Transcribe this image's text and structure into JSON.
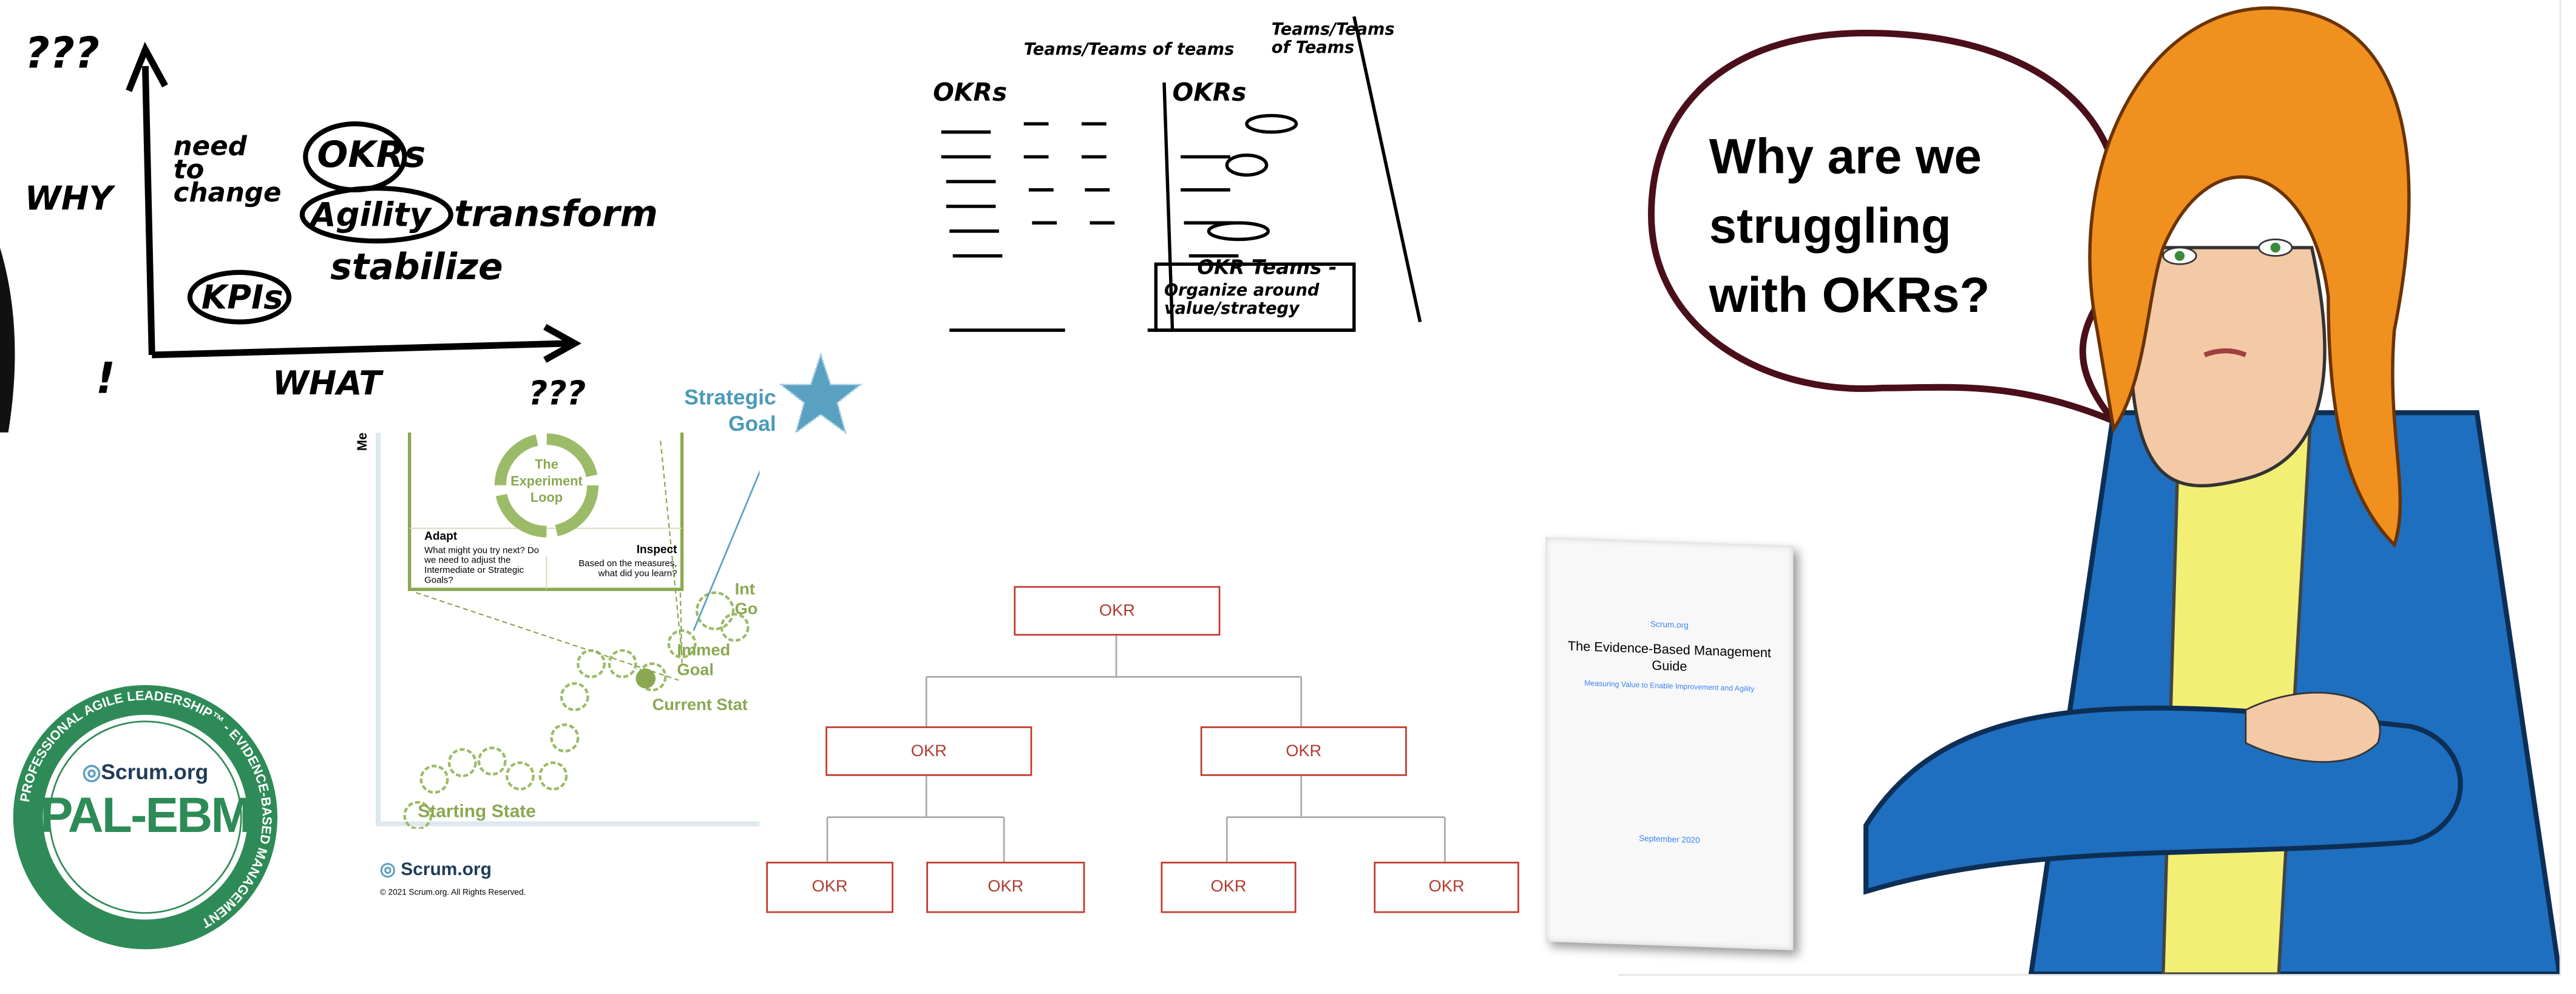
{
  "sketch_why_what": {
    "top_marks": "???",
    "y_label": "WHY",
    "need_to_change": "need to change",
    "okrs": "OKRs",
    "agility": "Agility",
    "transform": "transform",
    "kpis": "KPIs",
    "stabilize": "stabilize",
    "x_label": "WHAT",
    "right_marks": "???",
    "exclamation": "!"
  },
  "sketch_teams": {
    "header_left": "Teams/Teams of teams",
    "header_right": "Teams/Teams of Teams",
    "okrs_left": "OKRs",
    "okrs_right": "OKRs",
    "okr_teams": "OKR Teams -",
    "organize": "Organize around value/strategy"
  },
  "experiment_loop": {
    "axis_fragment": "Me",
    "loop_title": "The Experiment Loop",
    "adapt_title": "Adapt",
    "adapt_text": "What might you try next? Do we need to adjust the Intermediate or Strategic Goals?",
    "inspect_title": "Inspect",
    "inspect_text": "Based on the measures, what did you learn?",
    "strategic_goal": "Strategic Goal",
    "intermediate_goal": "Int Go",
    "immediate_goal": "Immed Goal",
    "current_state": "Current Stat",
    "starting_state": "Starting State",
    "logo": "Scrum.org",
    "copyright": "© 2021 Scrum.org. All Rights Reserved."
  },
  "okr_tree": {
    "root": "OKR",
    "level2": [
      "OKR",
      "OKR"
    ],
    "level3": [
      "OKR",
      "OKR",
      "OKR",
      "OKR"
    ],
    "color": "#c0392b"
  },
  "guide": {
    "publisher": "Scrum.org",
    "title": "The Evidence-Based Management Guide",
    "subtitle": "Measuring Value to Enable Improvement and Agility",
    "date": "September 2020",
    "accent": "#3b82f6"
  },
  "speech": {
    "text": "Why are we struggling with OKRs?"
  },
  "badge": {
    "ring_text": "PROFESSIONAL AGILE LEADERSHIP™ - EVIDENCE-BASED MANAGEMENT",
    "logo": "Scrum.org",
    "label": "PAL-EBM",
    "color": "#2e8b57"
  }
}
